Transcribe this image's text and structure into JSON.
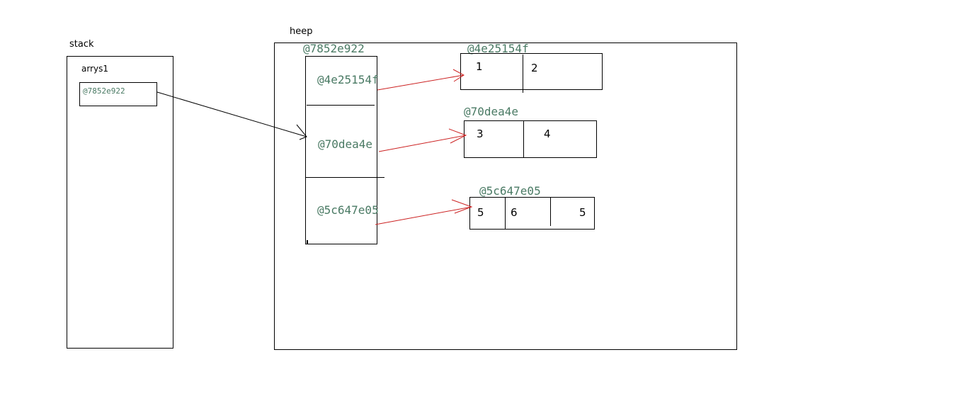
{
  "stack": {
    "title": "stack",
    "var_name": "arrys1",
    "var_value": "@7852e922"
  },
  "heap": {
    "title": "heep",
    "outer_array": {
      "address": "@7852e922",
      "elements": [
        "@4e25154f",
        "@70dea4e",
        "@5c647e05"
      ]
    },
    "inner_arrays": [
      {
        "address": "@4e25154f",
        "values": [
          "1",
          "2"
        ]
      },
      {
        "address": "@70dea4e",
        "values": [
          "3",
          "4"
        ]
      },
      {
        "address": "@5c647e05",
        "values": [
          "5",
          "6",
          "5"
        ]
      }
    ]
  },
  "colors": {
    "address_text": "#4a7a64",
    "reference_arrow": "#000000",
    "element_arrow": "#cc2222"
  }
}
